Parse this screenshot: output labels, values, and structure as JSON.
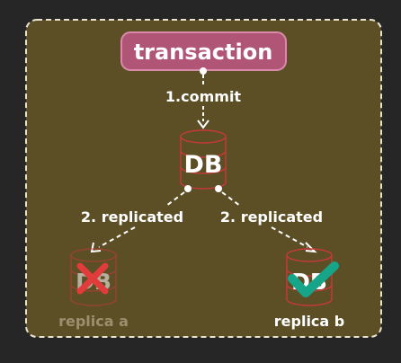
{
  "colors": {
    "background": "#262626",
    "panel_fill": "#5c4f26",
    "panel_border": "#e8e2cf",
    "node_fill": "#b15577",
    "node_stroke": "#d98aa8",
    "db_stroke": "#c23a3a",
    "arrow": "#ffffff",
    "cross": "#e23b3b",
    "check": "#17a58a",
    "faded_text": "#9c8f6e"
  },
  "diagram": {
    "transaction_label": "transaction",
    "commit_label": "1.commit",
    "db_label": "DB",
    "replicated_left_label": "2. replicated",
    "replicated_right_label": "2. replicated",
    "replica_a_label": "replica a",
    "replica_b_label": "replica b",
    "replica_a_status_icon": "cross-icon",
    "replica_b_status_icon": "check-icon"
  }
}
